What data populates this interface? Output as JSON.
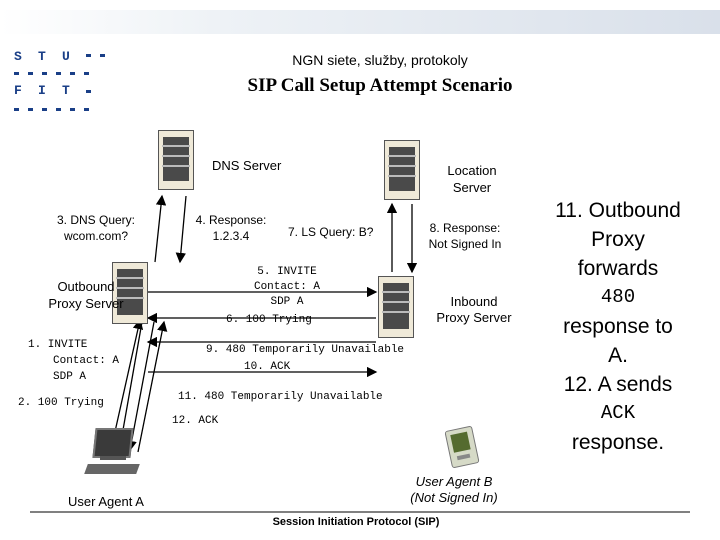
{
  "header": {
    "course_title": "NGN siete, služby, protokoly",
    "slide_title": "SIP Call Setup Attempt Scenario"
  },
  "logo": {
    "letters": [
      "S",
      "T",
      "U",
      "F",
      "I",
      "T"
    ]
  },
  "nodes": {
    "dns_server": "DNS Server",
    "location_server": [
      "Location",
      "Server"
    ],
    "outbound_proxy": [
      "Outbound",
      "Proxy Server"
    ],
    "inbound_proxy": [
      "Inbound",
      "Proxy Server"
    ],
    "user_agent_a": "User Agent A",
    "user_agent_b": [
      "User Agent B",
      "(Not Signed In)"
    ]
  },
  "messages": {
    "m1": [
      "1. INVITE",
      "Contact: A",
      "SDP A"
    ],
    "m2": "2. 100 Trying",
    "m3": [
      "3. DNS Query:",
      "wcom.com?"
    ],
    "m4": [
      "4. Response:",
      "1.2.3.4"
    ],
    "m5": [
      "5. INVITE",
      "Contact: A",
      "SDP A"
    ],
    "m6": "6. 100 Trying",
    "m7": "7. LS Query: B?",
    "m8": [
      "8. Response:",
      "Not Signed In"
    ],
    "m9": "9. 480 Temporarily Unavailable",
    "m10": "10. ACK",
    "m11": "11. 480 Temporarily Unavailable",
    "m12": "12. ACK"
  },
  "notes": {
    "n1": "11. Outbound",
    "n2": "Proxy",
    "n3": "forwards",
    "n4": "480",
    "n5": "response to",
    "n6": "A.",
    "n7": "12. A sends",
    "n8": "ACK",
    "n9": "response."
  },
  "footer": "Session Initiation Protocol (SIP)",
  "colors": {
    "logo_blue": "#1a3f87",
    "header_gradient_start": "#ffffff",
    "header_gradient_end": "#d9e0ea"
  }
}
